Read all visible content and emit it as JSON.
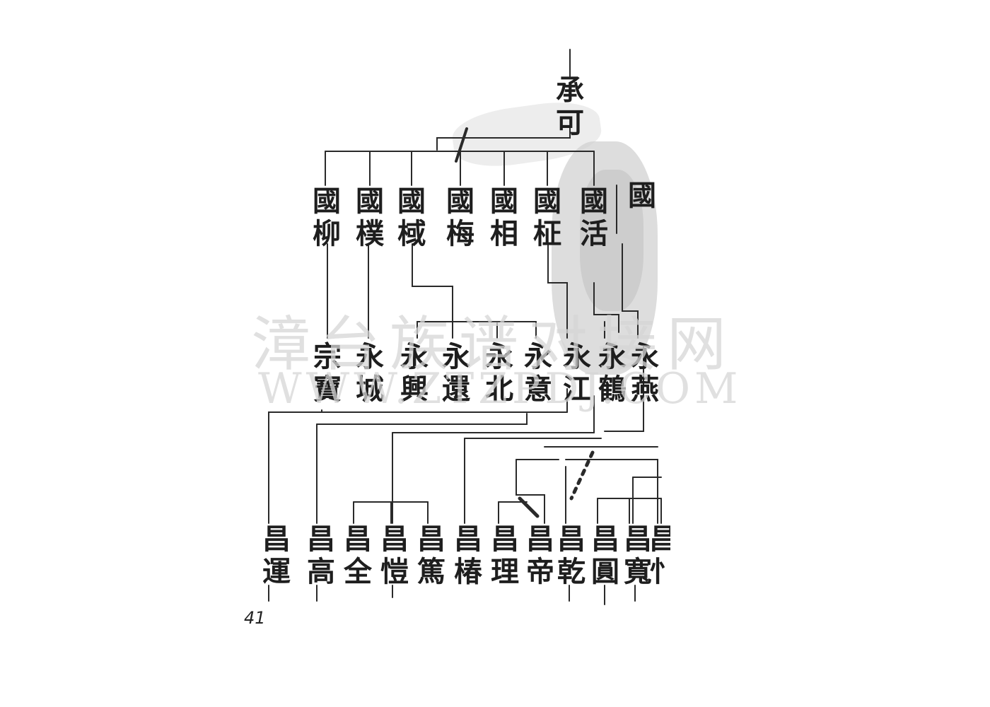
{
  "watermark": {
    "chinese": "漳台族谱对接网",
    "latin": "WWW.ZTZPDJ.COM"
  },
  "page_number": "41",
  "genealogy": {
    "root": {
      "name": [
        "承",
        "可"
      ]
    },
    "rows": [
      [
        [
          "國",
          "柳"
        ],
        [
          "國",
          "樸"
        ],
        [
          "國",
          "棫"
        ],
        [
          "國",
          "梅"
        ],
        [
          "國",
          "相"
        ],
        [
          "國",
          "柾"
        ],
        [
          "國",
          "活"
        ],
        [
          "國"
        ]
      ],
      [
        [
          "宗",
          "寶"
        ],
        [
          "永",
          "城"
        ],
        [
          "永",
          "興"
        ],
        [
          "永",
          "還"
        ],
        [
          "永",
          "北"
        ],
        [
          "永",
          "意"
        ],
        [
          "永",
          "江"
        ],
        [
          "永",
          "鶴"
        ],
        [
          "永",
          "燕"
        ]
      ],
      [
        [
          "昌",
          "運"
        ],
        [
          "昌",
          "高"
        ],
        [
          "昌",
          "全"
        ],
        [
          "昌",
          "愷"
        ],
        [
          "昌",
          "篤"
        ],
        [
          "昌",
          "椿"
        ],
        [
          "昌",
          "理"
        ],
        [
          "昌",
          "帝"
        ],
        [
          "昌",
          "乾"
        ],
        [
          "昌",
          "圓"
        ],
        [
          "昌",
          "寬"
        ],
        [
          "昌",
          "忄"
        ]
      ]
    ]
  }
}
